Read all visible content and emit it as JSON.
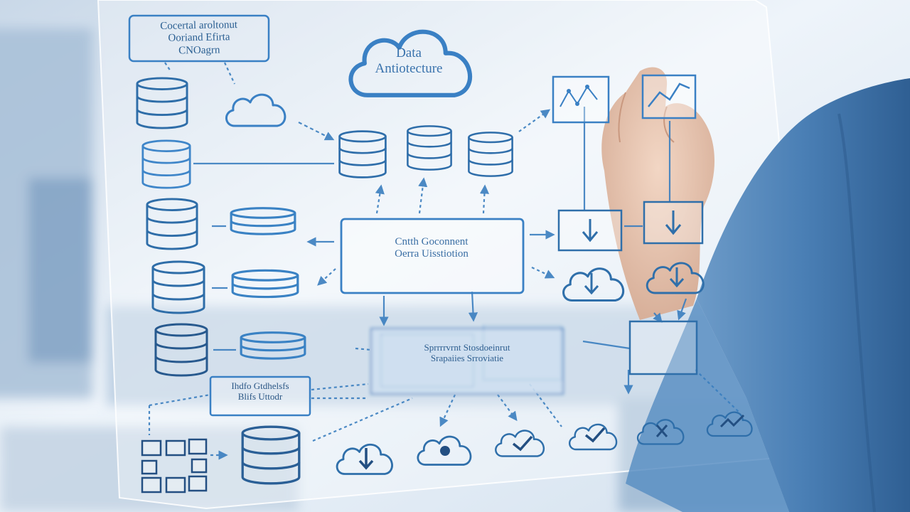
{
  "scene": {
    "description_free": true,
    "background_color": "#dfe9f3",
    "accent_color": "#2f78b8",
    "line_color": "#3a82c4"
  },
  "diagram": {
    "title_line1": "Data",
    "title_line2": "Antiotecture",
    "note_line1": "Cocertal aroltonut",
    "note_line2": "Ooriand Efirta",
    "note_line3": "CNOagrn",
    "hub_line1": "Cntth Goconnent",
    "hub_line2": "Oerra Uisstiotion",
    "warehouse_line1": "Sprrrrvrnt Stosdoeinrut",
    "warehouse_line2": "Srapaiies Srroviatie",
    "tag_line1": "Ihdfo Gtdhelsfs",
    "tag_line2": "Blifs Uttodr"
  },
  "icons": [
    "database-icon",
    "cloud-icon",
    "chart-icon",
    "download-icon",
    "checkmark-icon",
    "close-icon",
    "trend-icon",
    "grid-icon",
    "hand"
  ]
}
